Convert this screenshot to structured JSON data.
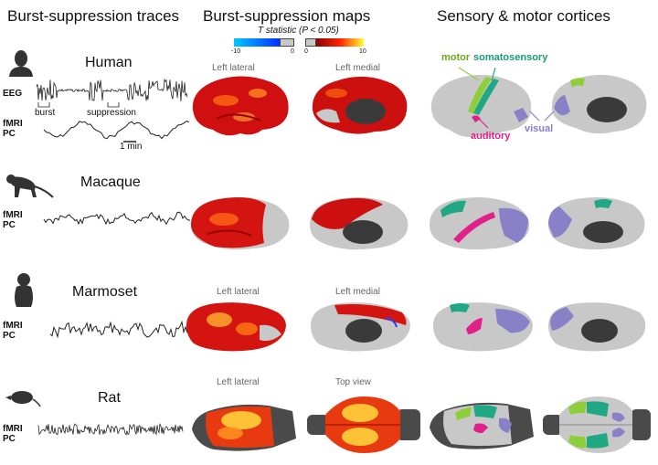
{
  "columns": {
    "traces_title": "Burst-suppression traces",
    "maps_title": "Burst-suppression maps",
    "cortices_title": "Sensory & motor cortices"
  },
  "colorbar": {
    "title": "T statistic (P < 0.05)",
    "neg_min": "-10",
    "neg_max": "0",
    "pos_min": "0",
    "pos_max": "10",
    "neg_colors": [
      "#00b4ff",
      "#003cff"
    ],
    "pos_colors": [
      "#8b0000",
      "#ff2200",
      "#ffff33"
    ]
  },
  "tags": {
    "eeg": "EEG",
    "fmri_pc": "fMRI\nPC"
  },
  "human": {
    "name": "Human",
    "burst_label": "burst",
    "suppression_label": "suppression",
    "scale_label": "1 min",
    "view_left": "Left lateral",
    "view_right": "Left medial"
  },
  "macaque": {
    "name": "Macaque"
  },
  "marmoset": {
    "name": "Marmoset",
    "view_left": "Left lateral",
    "view_right": "Left medial"
  },
  "rat": {
    "name": "Rat",
    "view_left": "Left lateral",
    "view_right": "Top view"
  },
  "cortex_labels": {
    "motor": "motor",
    "somatosensory": "somatosensory",
    "auditory": "auditory",
    "visual": "visual"
  },
  "cortex_colors": {
    "motor": "#8fce3b",
    "somatosensory": "#20a884",
    "auditory": "#e0218a",
    "visual": "#8a80c8",
    "brain": "#c8c8c8",
    "medial_wall": "#3a3a3a"
  }
}
